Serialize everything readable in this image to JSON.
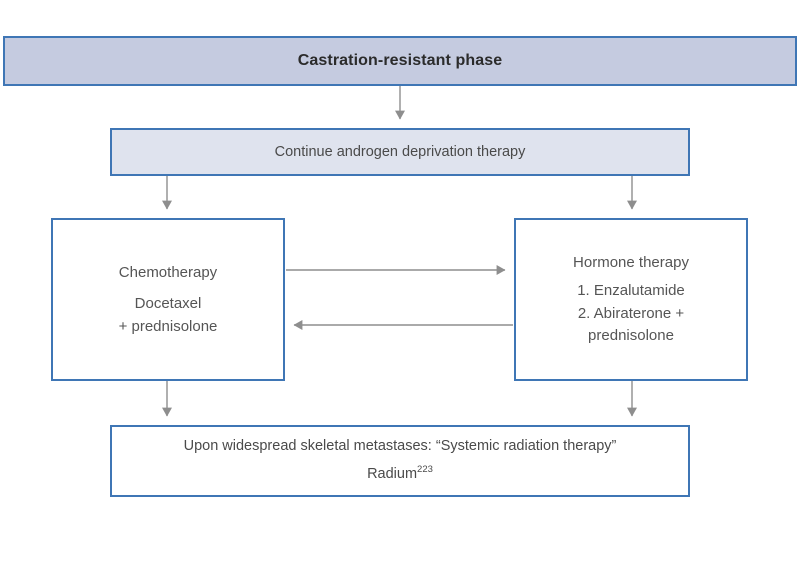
{
  "diagram": {
    "type": "flowchart",
    "title_node": {
      "label": "Castration-resistant phase"
    },
    "nodes": [
      {
        "id": "phase",
        "label": "Castration-resistant phase",
        "fill": "#c5cbe0",
        "border": "#3f76b5"
      },
      {
        "id": "adt",
        "label": "Continue androgen deprivation therapy",
        "fill": "#dfe3ee",
        "border": "#3f76b5"
      },
      {
        "id": "chemo",
        "line1": "Chemotherapy",
        "line2": "Docetaxel",
        "line3": "+ prednisolone",
        "fill": "#ffffff",
        "border": "#3f76b5"
      },
      {
        "id": "hormone",
        "line1": "Hormone therapy",
        "line2": "1. Enzalutamide",
        "line3": "2. Abiraterone +",
        "line4": "prednisolone",
        "fill": "#ffffff",
        "border": "#3f76b5"
      },
      {
        "id": "radium",
        "line1": "Upon widespread skeletal metastases: “Systemic radiation therapy”",
        "line2_text": "Radium",
        "line2_sup": "223",
        "fill": "#ffffff",
        "border": "#3f76b5"
      }
    ],
    "connectors": [
      {
        "id": "phase-to-adt",
        "from": "phase",
        "to": "adt",
        "direction": "down"
      },
      {
        "id": "adt-to-chemo",
        "from": "adt",
        "to": "chemo",
        "direction": "down"
      },
      {
        "id": "adt-to-hormone",
        "from": "adt",
        "to": "hormone",
        "direction": "down"
      },
      {
        "id": "chemo-to-hormone",
        "from": "chemo",
        "to": "hormone",
        "direction": "right"
      },
      {
        "id": "hormone-to-chemo",
        "from": "hormone",
        "to": "chemo",
        "direction": "left"
      },
      {
        "id": "chemo-to-radium",
        "from": "chemo",
        "to": "radium",
        "direction": "down"
      },
      {
        "id": "hormone-to-radium",
        "from": "hormone",
        "to": "radium",
        "direction": "down"
      }
    ],
    "colors": {
      "border_blue": "#3f76b5",
      "banner_fill": "#c5cbe0",
      "band_fill": "#dfe3ee",
      "arrow_gray": "#8e8e8e",
      "title_text": "#2b2b2b",
      "body_text": "#555555",
      "background": "#ffffff"
    }
  }
}
